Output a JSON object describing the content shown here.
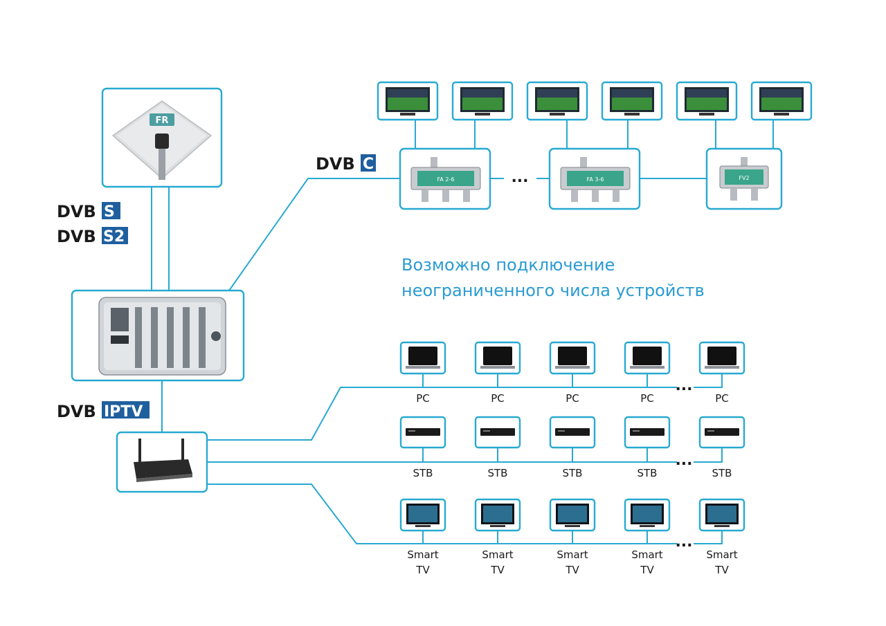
{
  "headline": {
    "line1": "Возможно подключение",
    "line2": "неограниченного числа устройств"
  },
  "logos": {
    "dvb_word": "DVB",
    "dvbs": "S",
    "dvbs2": "S2",
    "dvbc": "C",
    "dvbiptv": "IPTV"
  },
  "splitters": [
    {
      "model": "FA 2-6"
    },
    {
      "model": "FA 3-6"
    },
    {
      "model": "FV2"
    }
  ],
  "dish_badge": "FR",
  "ellipsis": "...",
  "device_rows": [
    {
      "kind": "pc",
      "labels": [
        "PC",
        "PC",
        "PC",
        "PC",
        "PC"
      ]
    },
    {
      "kind": "stb",
      "labels": [
        "STB",
        "STB",
        "STB",
        "STB",
        "STB"
      ]
    },
    {
      "kind": "smarttv",
      "labels": [
        "Smart\nTV",
        "Smart\nTV",
        "Smart\nTV",
        "Smart\nTV",
        "Smart\nTV"
      ]
    }
  ],
  "colors": {
    "accent": "#27a9d1",
    "headline": "#2b9bd2",
    "logo_blue": "#1f5f9e"
  }
}
